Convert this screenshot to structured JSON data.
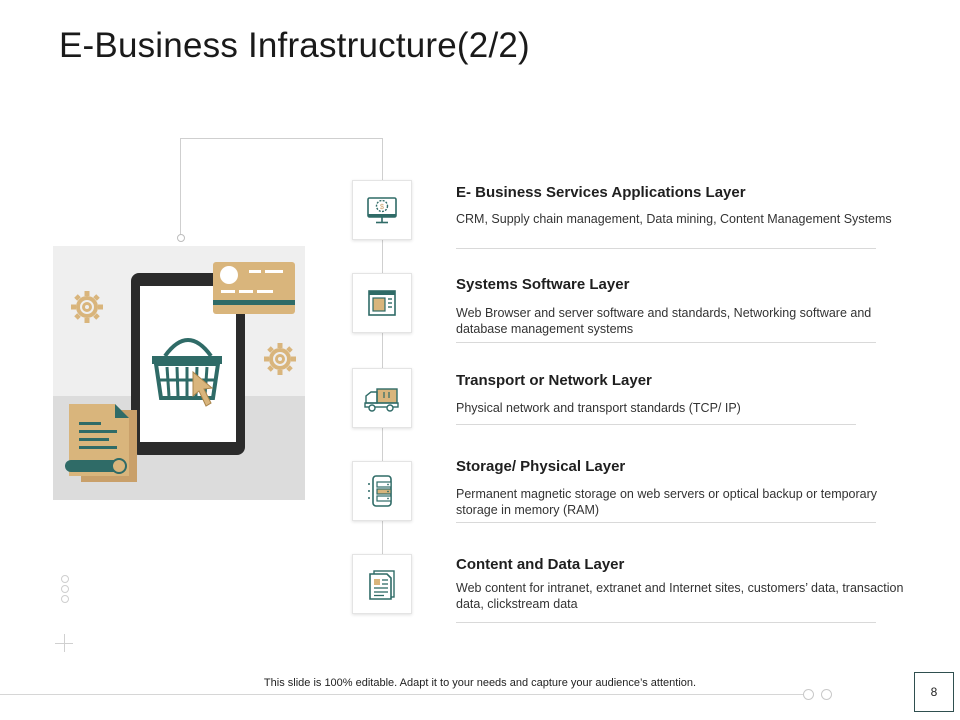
{
  "slide": {
    "title": "E-Business Infrastructure(2/2)",
    "footer": "This slide is 100% editable. Adapt it to your needs and capture your audience’s attention.",
    "page_number": "8"
  },
  "colors": {
    "accent_tan": "#d9b57c",
    "accent_teal": "#2f6b67",
    "dark_device": "#2b2b2b"
  },
  "layers": [
    {
      "icon": "monitor-dollar-icon",
      "title": "E- Business Services Applications Layer",
      "description": "CRM, Supply chain management, Data mining, Content Management Systems"
    },
    {
      "icon": "software-window-icon",
      "title": "Systems Software Layer",
      "description": "Web Browser and server software and standards, Networking software and database management systems"
    },
    {
      "icon": "delivery-truck-icon",
      "title": "Transport or Network Layer",
      "description": "Physical network and transport standards (TCP/ IP)"
    },
    {
      "icon": "phone-server-icon",
      "title": "Storage/ Physical Layer",
      "description": "Permanent magnetic storage on web servers or optical backup or temporary storage in memory (RAM)"
    },
    {
      "icon": "document-icon",
      "title": "Content and Data Layer",
      "description": "Web content for intranet, extranet and Internet sites, customers’ data, transaction data, clickstream data"
    }
  ]
}
